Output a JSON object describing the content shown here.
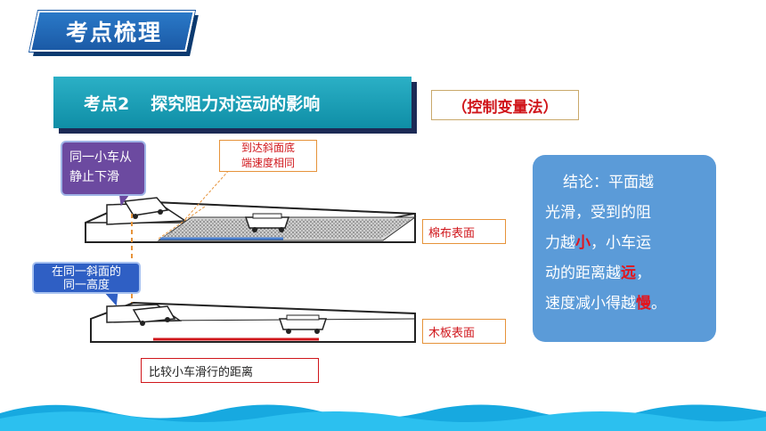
{
  "header": {
    "title": "考点梳理"
  },
  "banner": {
    "prefix": "考点2",
    "title": "探究阻力对运动的影响"
  },
  "method": "（控制变量法）",
  "callouts": {
    "release": {
      "line1": "同一小车从",
      "line2": "静止下滑"
    },
    "speed": {
      "line1": "到达斜面底",
      "line2": "端速度相同"
    },
    "height": {
      "line1": "在同一斜面的",
      "line2": "同一高度"
    }
  },
  "surfaces": {
    "cloth": "棉布表面",
    "wood": "木板表面"
  },
  "compare": "比较小车滑行的距离",
  "conclusion": {
    "line1": "结论：平面越",
    "line2": "光滑，受到的阻",
    "line3a": "力越",
    "line3b": "小",
    "line3c": "，小车运",
    "line4a": "动的距离越",
    "line4b": "远",
    "line4c": "，",
    "line5a": "速度减小得越",
    "line5b": "慢",
    "line5c": "。"
  },
  "colors": {
    "accent_red": "#d0161b",
    "banner": "#1a9db4",
    "conclusion_bg": "#5b9bd8"
  }
}
